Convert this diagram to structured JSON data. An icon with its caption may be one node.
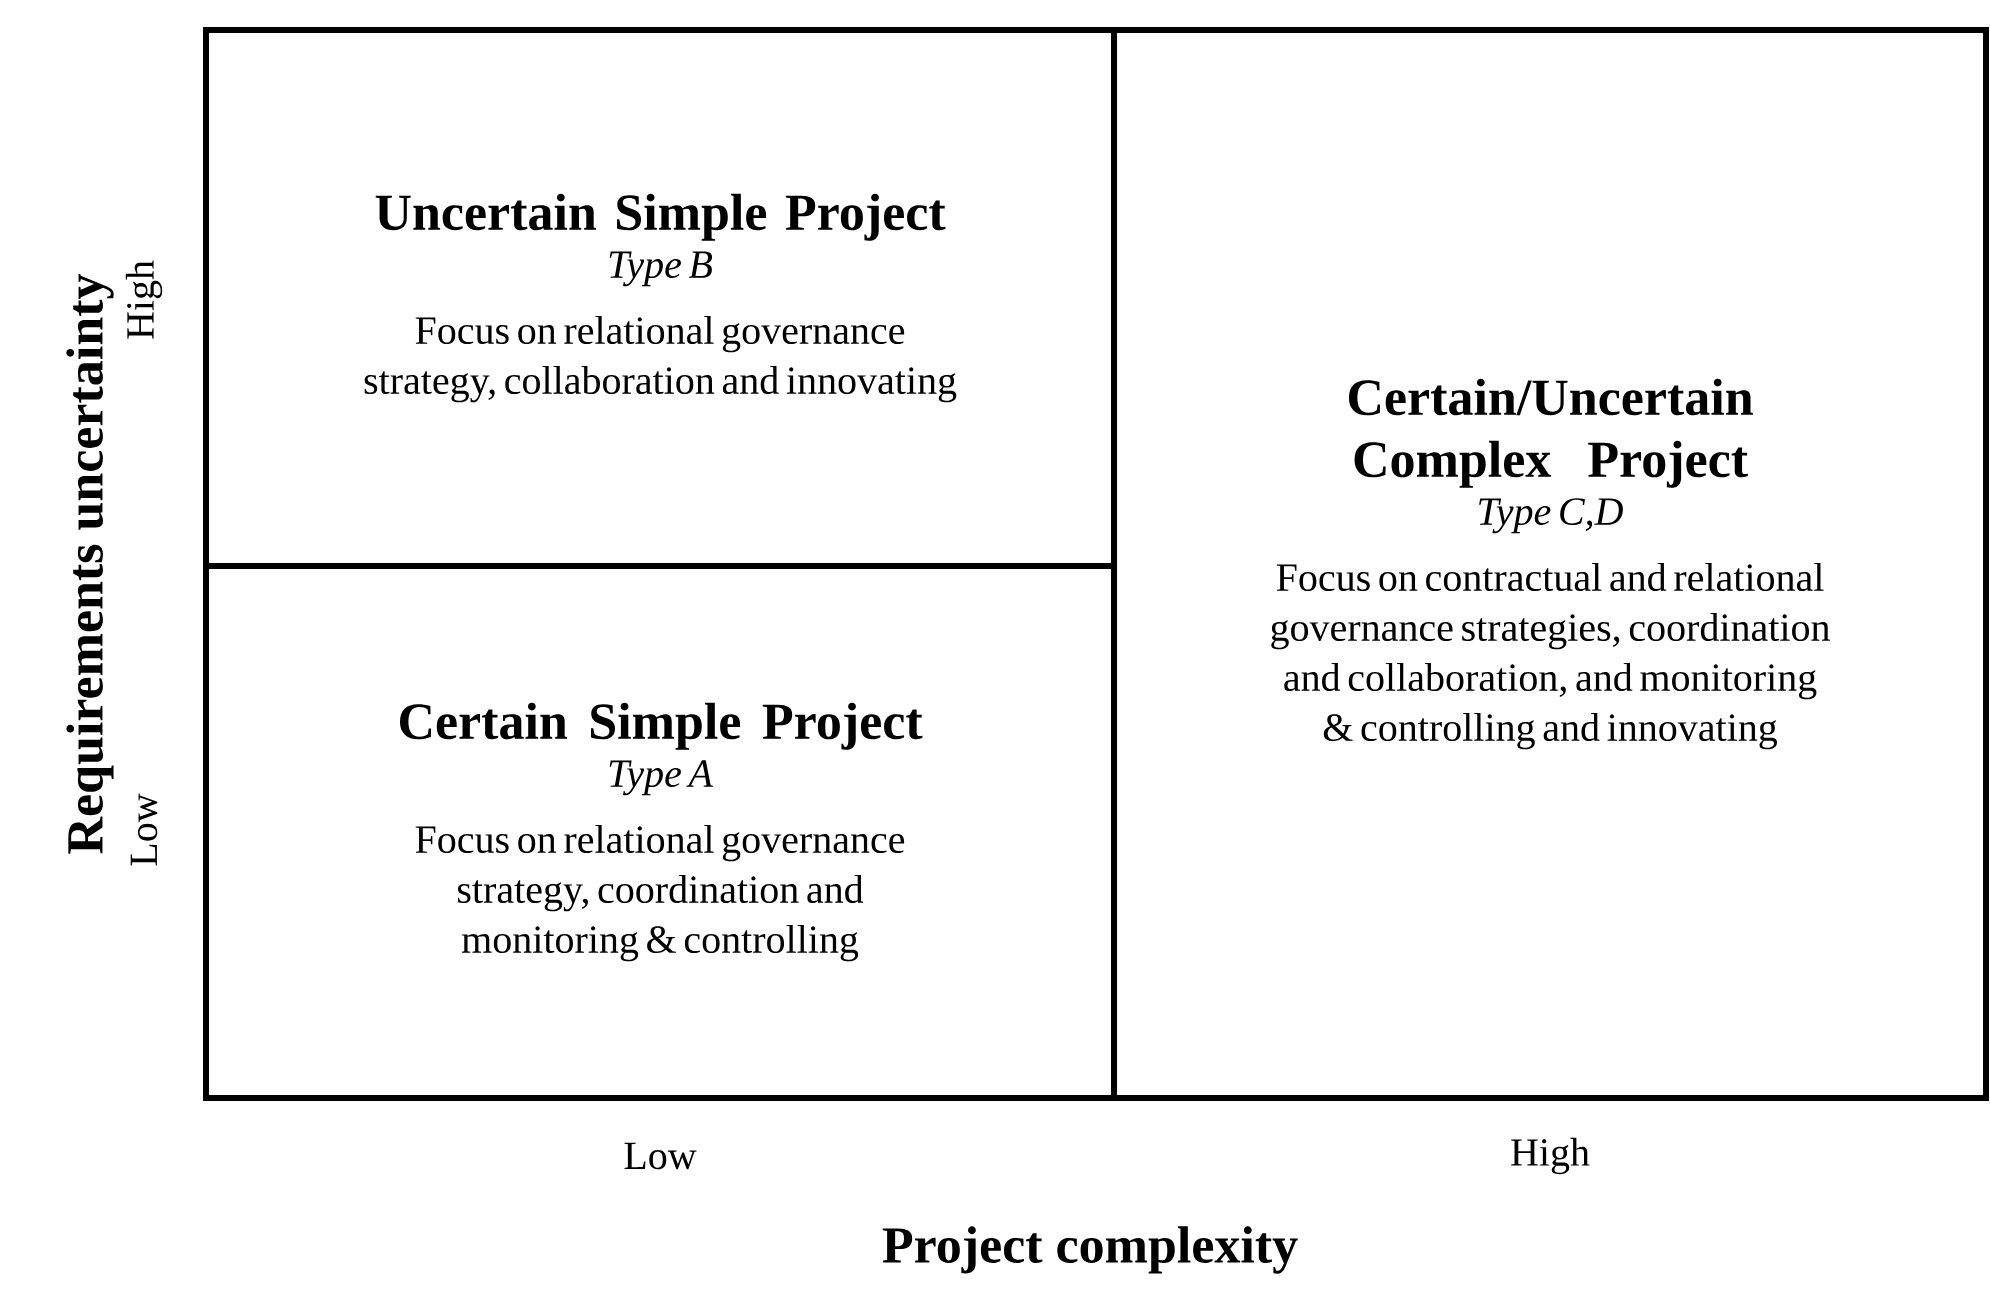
{
  "diagram": {
    "nodes": [
      {
        "text": [
          "Uncertain Simple Project",
          "Type B",
          "Focus on relational governance strategy, collaboration and innovating"
        ]
      },
      {
        "text": [
          "Certain Simple Project",
          "Type A",
          "Focus on relational governance strategy, coordination and monitoring & controlling"
        ]
      },
      {
        "text": [
          "Certain/Uncertain Complex Project",
          "Type C,D",
          "Focus on contractual and relational governance strategies, coordination and collaboration, and monitoring & controlling and innovating"
        ]
      }
    ],
    "labels": [
      "Requirements uncertainty",
      "High",
      "Low",
      "Low",
      "High",
      "Project complexity"
    ]
  }
}
